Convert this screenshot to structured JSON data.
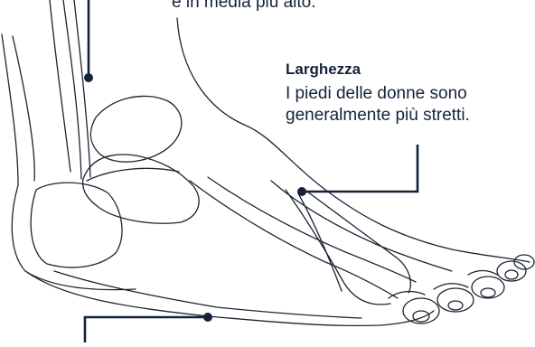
{
  "top_note": {
    "text": "e in media più alto."
  },
  "width_callout": {
    "title": "Larghezza",
    "line1": "I piedi delle donne sono",
    "line2": "generalmente più stretti."
  },
  "colors": {
    "accent": "#14233a",
    "line_art": "#1c2430",
    "background": "#ffffff"
  }
}
